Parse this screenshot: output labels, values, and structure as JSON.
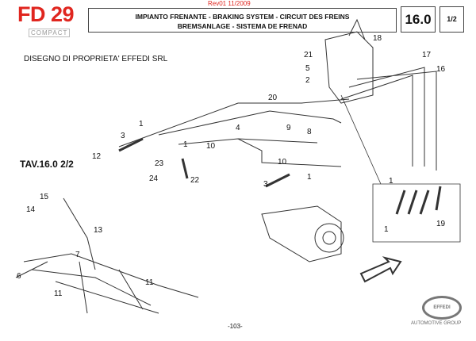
{
  "header": {
    "brand": "FD 29",
    "subbrand": "COMPACT",
    "revision": "Rev01 11/2009",
    "title_line1": "IMPIANTO FRENANTE - BRAKING SYSTEM - CIRCUIT DES FREINS",
    "title_line2": "BREMSANLAGE - SISTEMA DE FRENAD",
    "section": "16.0",
    "page_fraction": "1/2"
  },
  "ownership": "DISEGNO DI PROPRIETA' EFFEDI SRL",
  "reference": "TAV.16.0 2/2",
  "callouts": [
    "18",
    "21",
    "5",
    "2",
    "17",
    "16",
    "20",
    "9",
    "8",
    "1",
    "3",
    "4",
    "1",
    "10",
    "10",
    "12",
    "23",
    "24",
    "22",
    "3",
    "1",
    "15",
    "14",
    "13",
    "7",
    "6",
    "11",
    "11",
    "1",
    "1",
    "19"
  ],
  "footer": {
    "page": "-103-",
    "logo": "EFFEDI",
    "logo_tagline": "AUTOMOTIVE GROUP"
  }
}
